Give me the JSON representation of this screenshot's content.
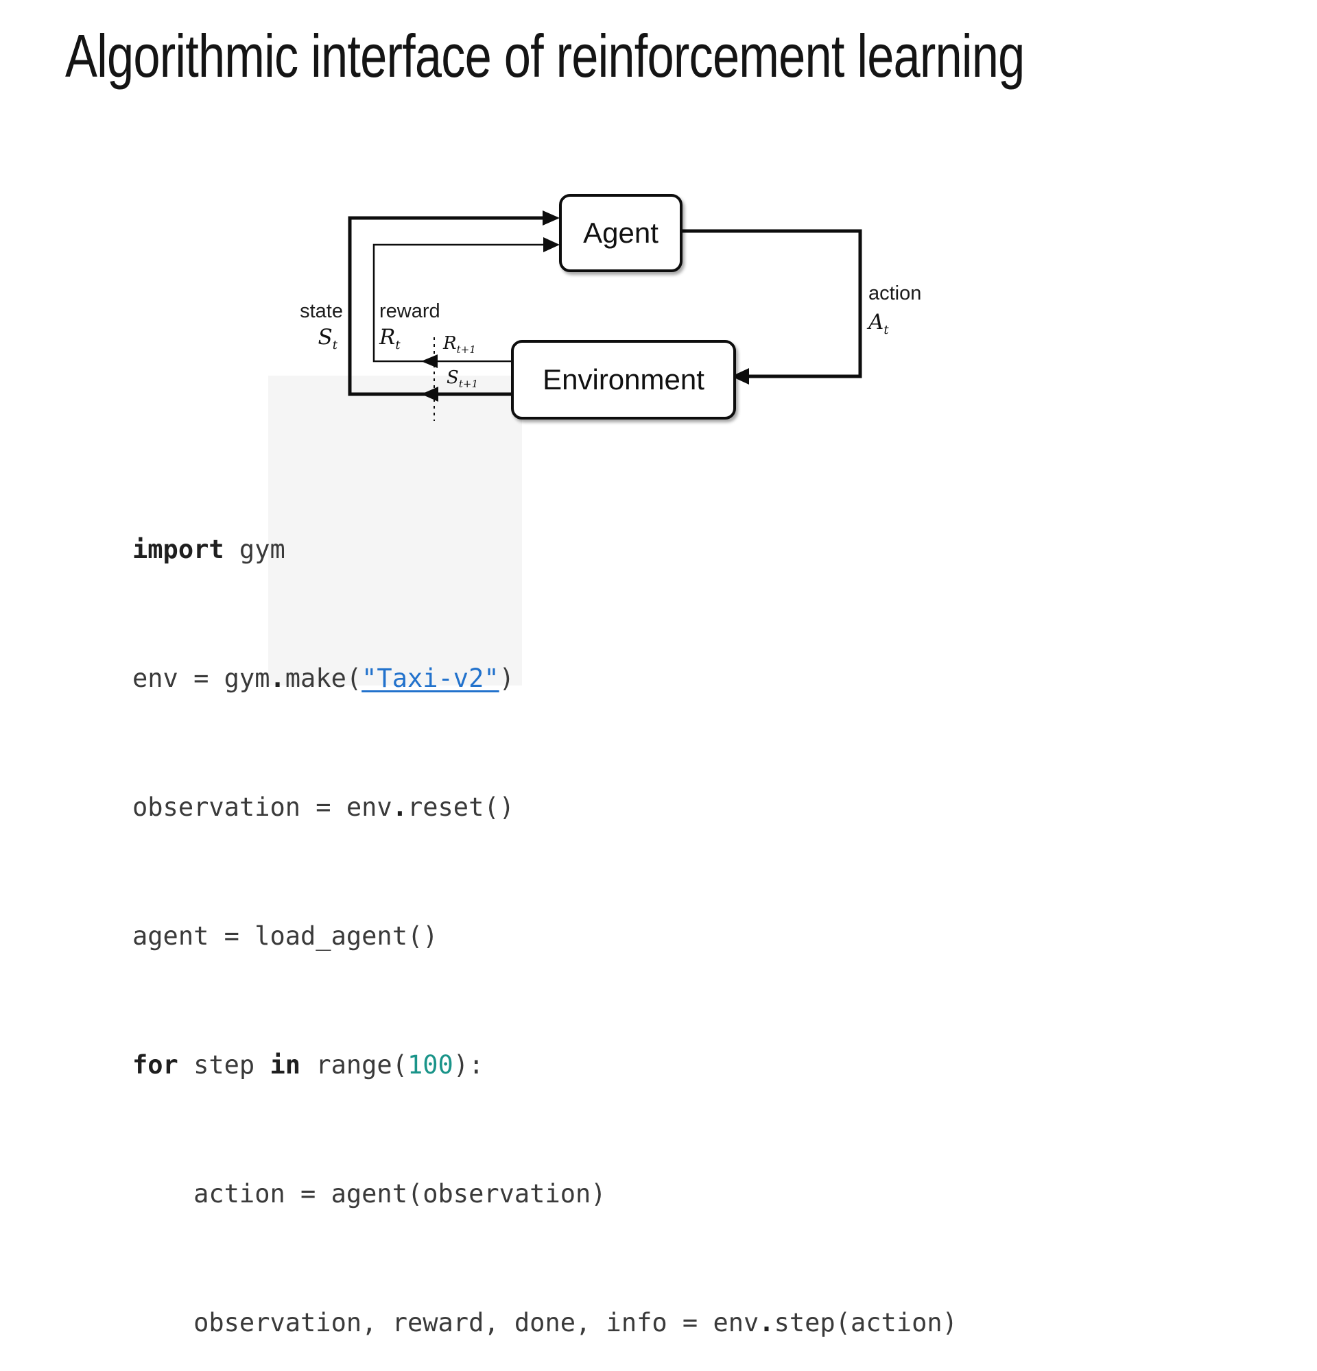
{
  "slide": {
    "title": "Algorithmic interface of reinforcement learning"
  },
  "diagram": {
    "agent_label": "Agent",
    "environment_label": "Environment",
    "state_label": "state",
    "state_symbol": {
      "base": "S",
      "sub": "t"
    },
    "reward_label": "reward",
    "reward_symbol": {
      "base": "R",
      "sub": "t"
    },
    "next_reward_symbol": {
      "base": "R",
      "sub": "t+1"
    },
    "next_state_symbol": {
      "base": "S",
      "sub": "t+1"
    },
    "action_label": "action",
    "action_symbol": {
      "base": "A",
      "sub": "t"
    }
  },
  "code": {
    "lines": [
      {
        "segments": [
          {
            "t": "import"
          },
          {
            "t": " gym"
          }
        ]
      },
      {
        "segments": [
          {
            "t": "env = gym"
          },
          {
            "t": "."
          },
          {
            "t": "make("
          },
          {
            "t": "\"Taxi-v2\""
          },
          {
            "t": ")"
          }
        ]
      },
      {
        "segments": [
          {
            "t": "observation = env"
          },
          {
            "t": "."
          },
          {
            "t": "reset()"
          }
        ]
      },
      {
        "segments": [
          {
            "t": "agent = load_agent()"
          }
        ]
      },
      {
        "segments": [
          {
            "t": "for"
          },
          {
            "t": " step "
          },
          {
            "t": "in"
          },
          {
            "t": " range("
          },
          {
            "t": "100"
          },
          {
            "t": "):"
          }
        ]
      },
      {
        "segments": [
          {
            "t": "    action = agent(observation)"
          }
        ]
      },
      {
        "segments": [
          {
            "t": "    observation, reward, done, info = env"
          },
          {
            "t": "."
          },
          {
            "t": "step(action)"
          }
        ]
      }
    ]
  },
  "colors": {
    "link_blue": "#2272cc",
    "number_teal": "#1a9489",
    "code_gray": "#3a3a3a",
    "line_black": "#0d0d0d"
  }
}
